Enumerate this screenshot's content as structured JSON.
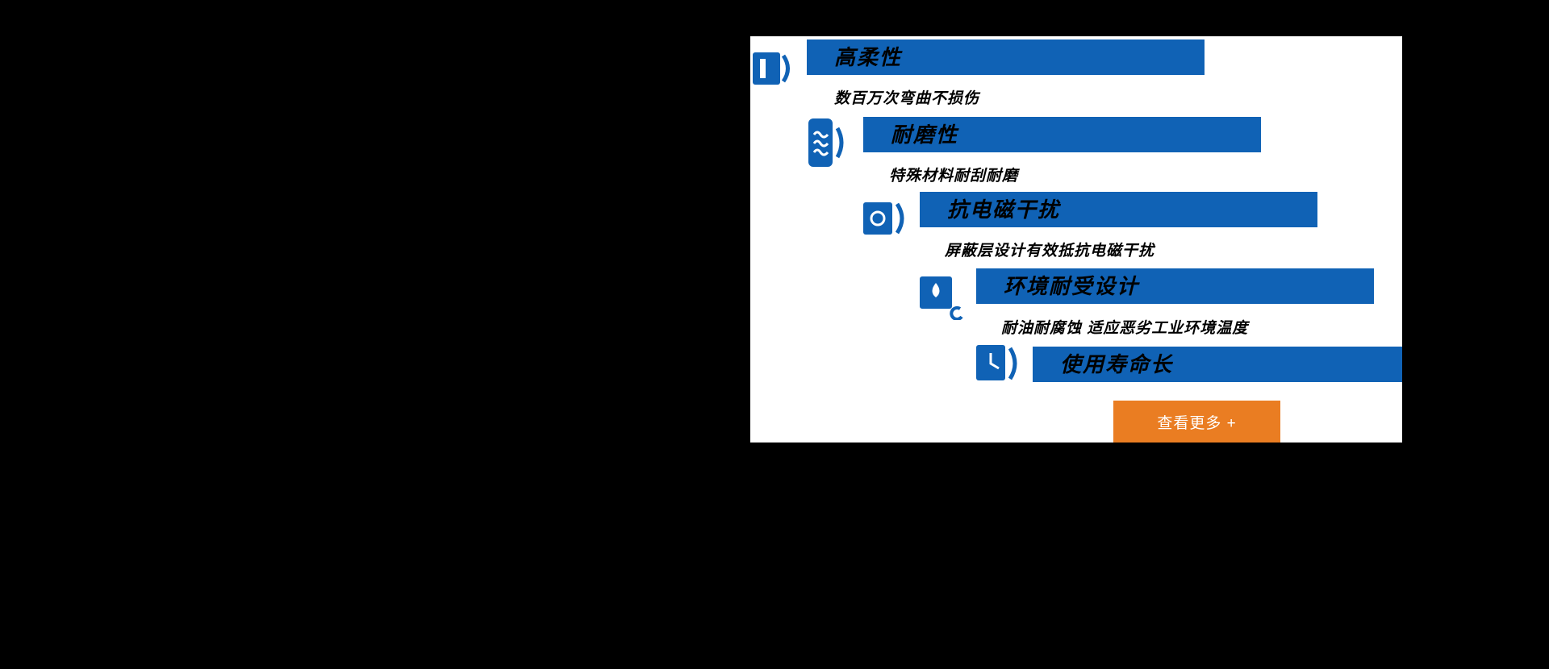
{
  "panel": {
    "features": [
      {
        "icon": "flexibility-icon",
        "title": "高柔性",
        "desc": "数百万次弯曲不损伤"
      },
      {
        "icon": "wear-resistance-icon",
        "title": "耐磨性",
        "desc": "特殊材料耐刮耐磨"
      },
      {
        "icon": "emi-shield-icon",
        "title": "抗电磁干扰",
        "desc": "屏蔽层设计有效抵抗电磁干扰"
      },
      {
        "icon": "environment-icon",
        "title": "环境耐受设计",
        "desc": "耐油耐腐蚀 适应恶劣工业环境温度"
      },
      {
        "icon": "lifespan-icon",
        "title": "使用寿命长",
        "desc": ""
      }
    ],
    "view_more": {
      "label": "查看更多 +"
    },
    "colors": {
      "accent_blue": "#1062b5",
      "accent_orange": "#ea7d22",
      "page_background": "#000000",
      "panel_background": "#ffffff",
      "title_text": "#000000"
    }
  }
}
